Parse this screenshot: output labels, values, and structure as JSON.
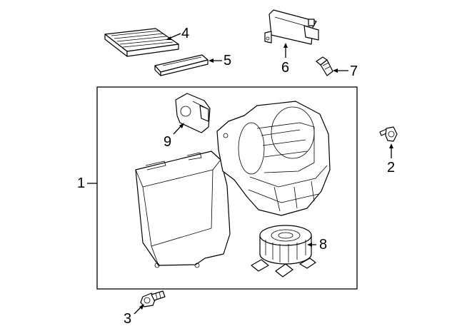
{
  "diagram": {
    "callouts": [
      {
        "id": "1",
        "label": "1",
        "part": "housing-assembly"
      },
      {
        "id": "2",
        "label": "2",
        "part": "bolt"
      },
      {
        "id": "3",
        "label": "3",
        "part": "bolt"
      },
      {
        "id": "4",
        "label": "4",
        "part": "cabin-air-filter"
      },
      {
        "id": "5",
        "label": "5",
        "part": "filter-cover"
      },
      {
        "id": "6",
        "label": "6",
        "part": "control-module"
      },
      {
        "id": "7",
        "label": "7",
        "part": "screw"
      },
      {
        "id": "8",
        "label": "8",
        "part": "blower-motor"
      },
      {
        "id": "9",
        "label": "9",
        "part": "actuator"
      }
    ]
  }
}
